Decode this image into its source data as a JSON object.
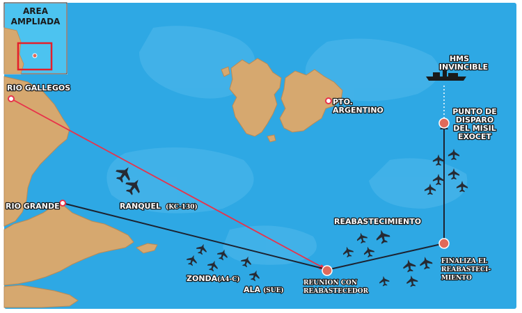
{
  "colors": {
    "sea": "#2ea8e4",
    "sea_light": "#46b8ec",
    "land": "#d6a86f",
    "land_dark": "#b98a55",
    "route_red": "#e8324a",
    "route_dark": "#1c2230",
    "point": "#e06a5a",
    "inset_bg": "#4cc3f0",
    "inset_frame": "#e41e2a"
  },
  "inset": {
    "title_line1": "AREA",
    "title_line2": "AMPLIADA"
  },
  "places": {
    "rio_gallegos": "RIO GALLEGOS",
    "rio_grande": "RIO GRANDE",
    "pto_line1": "PTO.",
    "pto_line2": "ARGENTINO"
  },
  "ship": {
    "line1": "HMS",
    "line2": "INVINCIBLE"
  },
  "launch_point": {
    "line1": "PUNTO DE",
    "line2": "DISPARO",
    "line3": "DEL MISIL",
    "line4": "EXOCET"
  },
  "groups": {
    "ranquel": "RANQUEL",
    "ranquel_code": "(KC-130)",
    "zonda": "ZONDA",
    "zonda_code": "(A4-C)",
    "ala": "ALA",
    "ala_code": "(SUE)"
  },
  "events": {
    "reabastecimiento": "REABASTECIMIENTO",
    "reunion_line1": "REUNION CON",
    "reunion_line2": "REABASTECEDOR",
    "finaliza_line1": "FINALIZA EL",
    "finaliza_line2": "REABASTECI-",
    "finaliza_line3": "MIENTO"
  },
  "icons": [
    "aircraft-icon",
    "ship-icon",
    "waypoint-icon"
  ]
}
